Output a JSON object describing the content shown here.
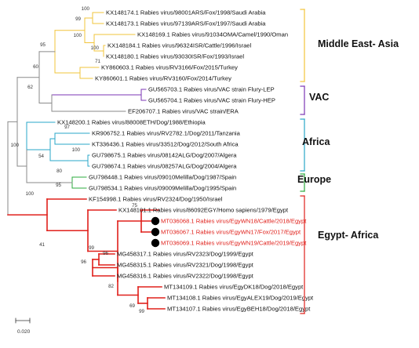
{
  "tree": {
    "leaves": [
      {
        "label": "KX148174.1 Rabies virus/98001ARS/Fox/1998/Saudi Arabia",
        "clade": "mea"
      },
      {
        "label": "KX148173.1 Rabies virus/97139ARS/Fox/1997/Saudi Arabia",
        "clade": "mea"
      },
      {
        "label": "KX148169.1 Rabies virus/91034OMA/Camel/1990/Oman",
        "clade": "mea"
      },
      {
        "label": "KX148184.1 Rabies virus/96324ISR/Cattle/1996/Israel",
        "clade": "mea"
      },
      {
        "label": "KX148180.1 Rabies virus/93030ISR/Fox/1993/Israel",
        "clade": "mea"
      },
      {
        "label": "KY860603.1 Rabies virus/RV3166/Fox/2015/Turkey",
        "clade": "mea"
      },
      {
        "label": "KY860601.1 Rabies virus/RV3160/Fox/2014/Turkey",
        "clade": "mea"
      },
      {
        "label": "GU565703.1 Rabies virus/VAC strain Flury-LEP",
        "clade": "vac"
      },
      {
        "label": "GU565704.1 Rabies virus/VAC strain Flury-HEP",
        "clade": "vac"
      },
      {
        "label": "EF206707.1 Rabies virus/VAC strain/ERA",
        "clade": "vac"
      },
      {
        "label": "KX148200.1 Rabies virus/88008ETH/Dog/1988/Ethiopia",
        "clade": "africa"
      },
      {
        "label": "KR906752.1 Rabies virus/RV2782.1/Dog/2011/Tanzania",
        "clade": "africa"
      },
      {
        "label": "KT336436.1 Rabies virus/33512/Dog/2012/South Africa",
        "clade": "africa"
      },
      {
        "label": "GU798675.1 Rabies virus/08142ALG/Dog/2007/Algera",
        "clade": "africa"
      },
      {
        "label": "GU798674.1 Rabies virus/08257ALG/Dog/2004/Algera",
        "clade": "africa"
      },
      {
        "label": "GU798448.1 Rabies virus/09010Melilla/Dog/1987/Spain",
        "clade": "europe"
      },
      {
        "label": "GU798534.1 Rabies virus/09009Melilla/Dog/1995/Spain",
        "clade": "europe"
      },
      {
        "label": "KF154998.1 Rabies virus/RV2324/Dog/1950/Israel",
        "clade": "egypt"
      },
      {
        "label": "KX148101.1 Rabies virus/86092EGY/Homo sapiens/1979/Egypt",
        "clade": "egypt"
      },
      {
        "label": "MT036068.1 Rabies virus/EgyWN18/Cattle/2018/Egypt",
        "clade": "egypt",
        "highlight": true
      },
      {
        "label": "MT036067.1 Rabies virus/EgyWN17/Fox/2017/Egypt",
        "clade": "egypt",
        "highlight": true
      },
      {
        "label": "MT036069.1 Rabies virus/EgyWN19/Cattle/2019/Egypt",
        "clade": "egypt",
        "highlight": true
      },
      {
        "label": "MG458317.1 Rabies virus/RV2323/Dog/1999/Egypt",
        "clade": "egypt"
      },
      {
        "label": "MG458315.1 Rabies virus/RV2321/Dog/1998/Egypt",
        "clade": "egypt"
      },
      {
        "label": "MG458316.1 Rabies virus/RV2322/Dog/1998/Egypt",
        "clade": "egypt"
      },
      {
        "label": "MT134109.1 Rabies virus/EgyDK18/Dog/2018/Egypt",
        "clade": "egypt"
      },
      {
        "label": "MT134108.1 Rabies virus/EgyALEX19/Dog/2019/Egypt",
        "clade": "egypt"
      },
      {
        "label": "MT134107.1 Rabies virus/EgyBEH18/Dog/2018/Egypt",
        "clade": "egypt"
      }
    ],
    "bootstrap_values": [
      "100",
      "99",
      "100",
      "100",
      "71",
      "95",
      "60",
      "62",
      "97",
      "100",
      "54",
      "100",
      "80",
      "95",
      "100",
      "41",
      "75",
      "99",
      "96",
      "96",
      "82",
      "69",
      "99"
    ],
    "clades": [
      {
        "id": "mea",
        "label": "Middle East- Asia",
        "color": "#f2c43b"
      },
      {
        "id": "vac",
        "label": "VAC",
        "color": "#7b35b5"
      },
      {
        "id": "africa",
        "label": "Africa",
        "color": "#2aa7c9"
      },
      {
        "id": "europe",
        "label": "Europe",
        "color": "#2bab3c"
      },
      {
        "id": "egypt",
        "label": "Egypt- Africa",
        "color": "#e0201b"
      }
    ],
    "scale_bar": {
      "label": "0.020"
    },
    "colors": {
      "branch_default": "#8a8a8a",
      "highlight_text": "#e0201b",
      "marker": "#000000"
    }
  }
}
